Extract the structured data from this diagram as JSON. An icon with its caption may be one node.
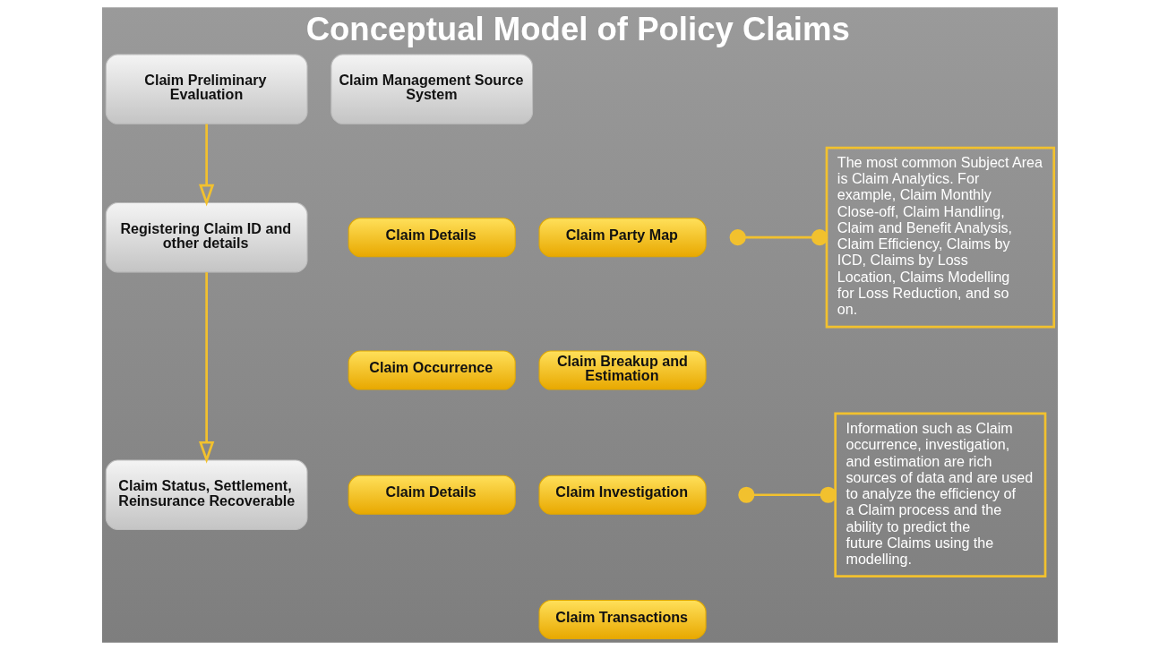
{
  "diagram": {
    "title": "Conceptual Model of Policy Claims",
    "nodes": [
      {
        "text": [
          "Claim Preliminary Evaluation"
        ]
      },
      {
        "text": [
          "Claim Management Source System"
        ]
      },
      {
        "text": [
          "Registering Claim ID and other details"
        ]
      },
      {
        "text": [
          "Claim Details"
        ]
      },
      {
        "text": [
          "Claim Party Map"
        ]
      },
      {
        "text": [
          "Claim Occurrence"
        ]
      },
      {
        "text": [
          "Claim Breakup and Estimation"
        ]
      },
      {
        "text": [
          "Claim Status, Settlement, Reinsurance Recoverable"
        ]
      },
      {
        "text": [
          "Claim Details"
        ]
      },
      {
        "text": [
          "Claim Investigation"
        ]
      },
      {
        "text": [
          "Claim Transactions"
        ]
      },
      {
        "text": [
          "The most common Subject Area is Claim Analytics. For example, Claim Monthly Close-off, Claim Handling, Claim and Benefit Analysis, Claim Efficiency, Claims by ICD, Claims by Loss Location, Claims Modelling for Loss Reduction, and so on."
        ]
      },
      {
        "text": [
          "Information such as Claim occurrence, investigation, and estimation are rich sources of data and are used to analyze the efficiency of a Claim process and the ability to predict the future Claims using the modelling."
        ]
      }
    ],
    "edges": [
      {
        "from": 0,
        "to": 2,
        "arrow": "to"
      },
      {
        "from": null,
        "to": 11,
        "arrow": "other"
      },
      {
        "from": 2,
        "to": 7,
        "arrow": "to"
      },
      {
        "from": null,
        "to": 12,
        "arrow": "other"
      }
    ]
  }
}
